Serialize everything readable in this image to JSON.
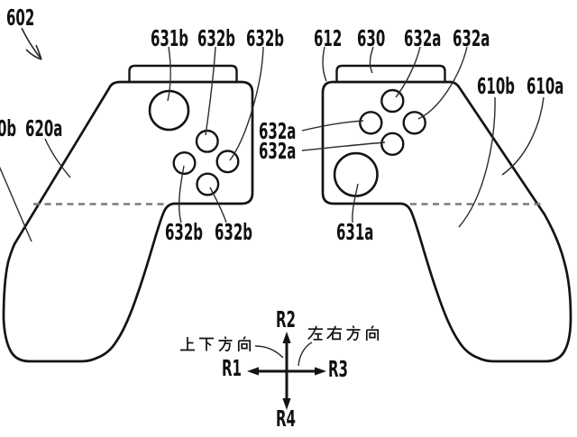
{
  "figure": {
    "device_reference": "602",
    "description_visible_text_only": true
  },
  "labels": {
    "device": "602",
    "left_controller": {
      "top_row": [
        "631b",
        "632b",
        "632b"
      ],
      "side_row": [
        "0b",
        "620a"
      ],
      "bottom_row": [
        "632b",
        "632b"
      ]
    },
    "right_controller": {
      "top_row": [
        "612",
        "630",
        "632a",
        "632a"
      ],
      "middle_column": [
        "632a",
        "632a"
      ],
      "side_row": [
        "610b",
        "610a"
      ],
      "bottom": "631a"
    }
  },
  "direction_indicator": {
    "up": "R2",
    "down": "R4",
    "left": "R1",
    "right": "R3",
    "vertical_axis_label": "上下方向",
    "horizontal_axis_label": "左右方向"
  },
  "colors": {
    "outline": "#141414",
    "leader_line": "#2b2b2b",
    "dashed_line": "#7a7a7a",
    "background": "#ffffff"
  }
}
